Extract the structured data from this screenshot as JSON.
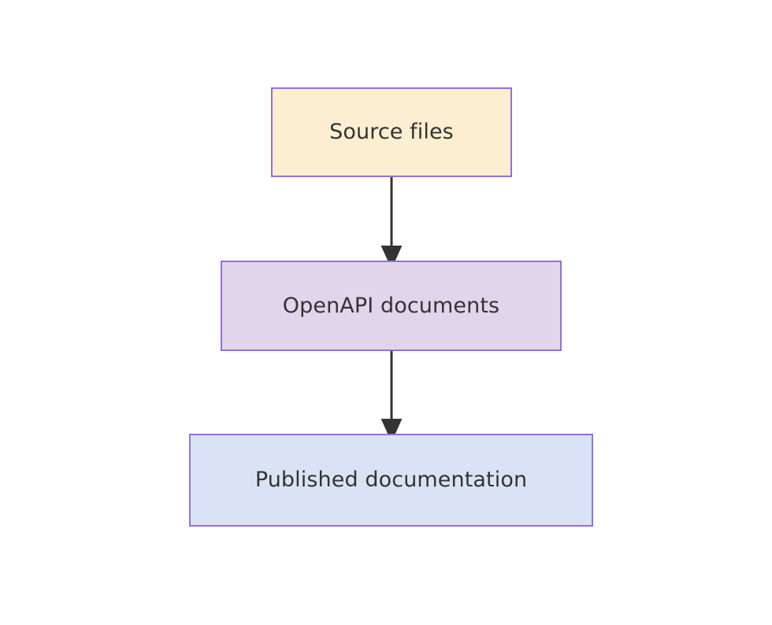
{
  "diagram": {
    "title": "Documentation pipeline flowchart",
    "type": "flowchart",
    "direction": "top-to-bottom",
    "background_color": "#ffffff",
    "node_stroke_color": "#9370db",
    "edge_color": "#333333",
    "text_color": "#333333",
    "nodes": [
      {
        "id": "source-files",
        "label": "Source files",
        "fill_color": "#fcefd1",
        "stroke_color": "#9370db",
        "order": 1
      },
      {
        "id": "openapi-documents",
        "label": "OpenAPI documents",
        "fill_color": "#e1d5eb",
        "stroke_color": "#9370db",
        "order": 2
      },
      {
        "id": "published-documentation",
        "label": "Published documentation",
        "fill_color": "#dae3f6",
        "stroke_color": "#9370db",
        "order": 3
      }
    ],
    "edges": [
      {
        "id": "source-files-to-openapi-documents",
        "from": "source-files",
        "to": "openapi-documents",
        "label": "",
        "arrowhead": "filled-triangle",
        "color": "#333333"
      },
      {
        "id": "openapi-documents-to-published-documentation",
        "from": "openapi-documents",
        "to": "published-documentation",
        "label": "",
        "arrowhead": "filled-triangle",
        "color": "#333333"
      }
    ]
  }
}
